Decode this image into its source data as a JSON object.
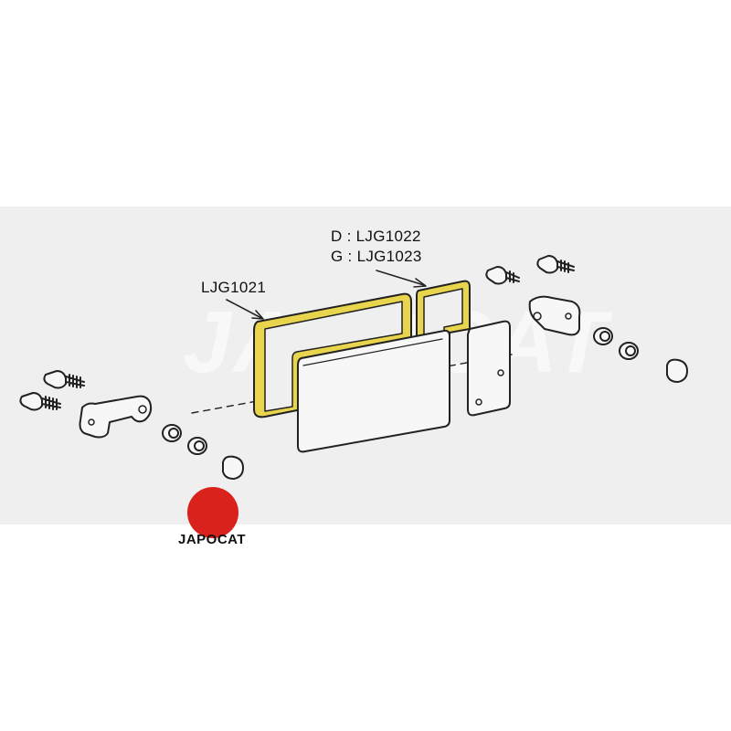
{
  "diagram": {
    "labels": {
      "frame_left": "LJG1021",
      "frame_right_d": "D : LJG1022",
      "frame_right_g": "G : LJG1023"
    },
    "watermark_text": "JAPOCAT",
    "logo_text": "JAPOCAT",
    "colors": {
      "background_band": "#efefef",
      "gasket_fill": "#e8d44d",
      "outline": "#222222",
      "logo_red": "#d9221c"
    }
  }
}
